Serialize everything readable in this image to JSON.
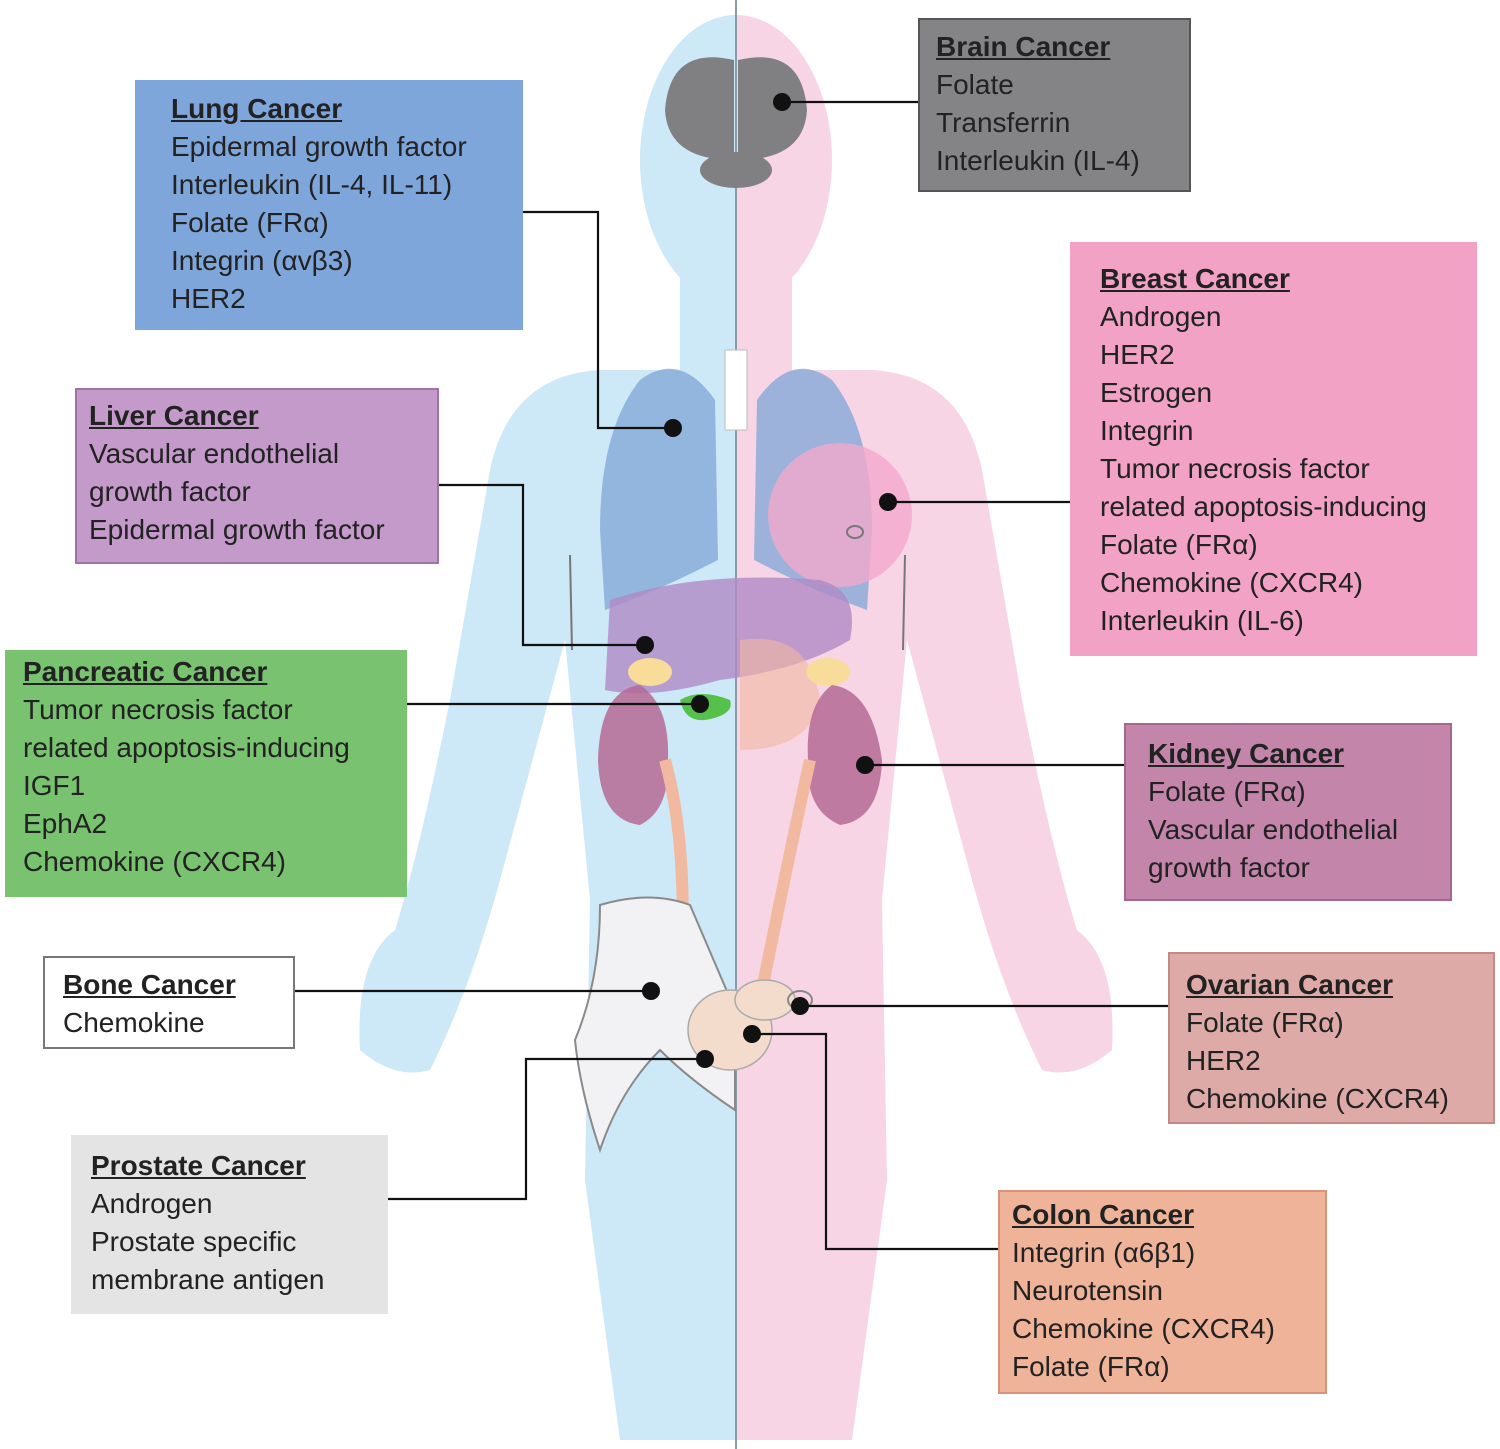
{
  "colors": {
    "male_half": "#cde8f7",
    "female_half": "#f8d5e5",
    "lung": "#84a9d8",
    "liver": "#b18fc8",
    "kidney": "#b56a95",
    "brain": "#7f7f80",
    "pancreas": "#55c04a",
    "adrenal": "#f7dc9a",
    "pelvis": "#f2f2f4",
    "dot": "#111111",
    "connector": "#111111"
  },
  "boxes": [
    {
      "id": "lung",
      "title": "Lung Cancer",
      "color": "#7ea6da",
      "border": "#7ea6da",
      "items": [
        "Epidermal growth factor",
        "Interleukin (IL-4, IL-11)",
        "Folate (FRα)",
        "Integrin (αvβ3)",
        "HER2"
      ]
    },
    {
      "id": "brain",
      "title": "Brain Cancer",
      "color": "#848486",
      "border": "#555555",
      "items": [
        "Folate",
        "Transferrin",
        "Interleukin  (IL-4)"
      ]
    },
    {
      "id": "breast",
      "title": "Breast Cancer",
      "color": "#f2a2c5",
      "border": "#f2a2c5",
      "items": [
        "Androgen",
        "HER2",
        "Estrogen",
        "Integrin",
        "Tumor necrosis factor",
        "related apoptosis-inducing",
        "Folate (FRα)",
        "Chemokine (CXCR4)",
        "Interleukin (IL-6)"
      ]
    },
    {
      "id": "liver",
      "title": "Liver Cancer",
      "color": "#c39ac9",
      "border": "#9f73a8",
      "items": [
        "Vascular endothelial",
        "growth factor",
        "Epidermal growth factor"
      ]
    },
    {
      "id": "pancreatic",
      "title": "Pancreatic Cancer",
      "color": "#78c270",
      "border": "#78c270",
      "items": [
        "Tumor necrosis factor",
        "related apoptosis-inducing",
        "IGF1",
        "EphA2",
        "Chemokine (CXCR4)"
      ]
    },
    {
      "id": "kidney",
      "title": "Kidney Cancer",
      "color": "#c485ab",
      "border": "#a8668f",
      "items": [
        "Folate (FRα)",
        "Vascular endothelial",
        "growth factor"
      ]
    },
    {
      "id": "bone",
      "title": "Bone Cancer",
      "color": "#ffffff",
      "border": "#777777",
      "items": [
        "Chemokine"
      ]
    },
    {
      "id": "ovarian",
      "title": "Ovarian Cancer",
      "color": "#deaaa8",
      "border": "#c28987",
      "items": [
        "Folate (FRα)",
        "HER2",
        "Chemokine (CXCR4)"
      ]
    },
    {
      "id": "prostate",
      "title": "Prostate Cancer",
      "color": "#e4e4e4",
      "border": "#e4e4e4",
      "items": [
        "Androgen",
        "Prostate specific",
        "membrane antigen"
      ]
    },
    {
      "id": "colon",
      "title": "Colon Cancer",
      "color": "#efb399",
      "border": "#d9937a",
      "items": [
        "Integrin (α6β1)",
        "Neurotensin",
        "Chemokine (CXCR4)",
        "Folate (FRα)"
      ]
    }
  ]
}
